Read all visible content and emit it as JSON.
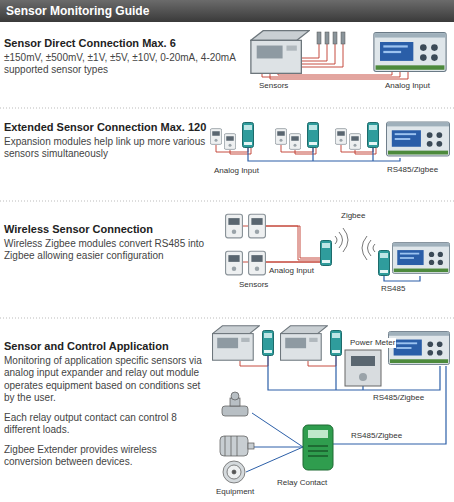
{
  "diagram": {
    "title": "Sensor Monitoring Guide",
    "nodes": [
      {
        "text": [
          "Sensor Direct Connection Max. 6",
          "±150mV, ±500mV, ±1V, ±5V, ±10V, 0-20mA, 4-20mA supported sensor types"
        ]
      },
      {
        "text": [
          "Extended Sensor Connection Max. 120",
          "Expansion modules help link up more various sensors simultaneously"
        ]
      },
      {
        "text": [
          "Wireless Sensor Connection",
          "Wireless Zigbee modules convert RS485 into Zigbee allowing easier configuration"
        ]
      },
      {
        "text": [
          "Sensor and Control Application",
          "Monitoring of application specific sensors via analog input expander and relay out module operates equipment based on conditions set by the user.",
          "Each relay output contact can control 8 different loads.",
          "Zigbee Extender provides wireless conversion between devices."
        ]
      }
    ],
    "labels": [
      "Sensors",
      "Analog Input",
      "Analog Input",
      "RS485/Zigbee",
      "Zigbee",
      "Analog Input",
      "Sensors",
      "RS485",
      "Power Meter",
      "RS485/Zigbee",
      "RS485/Zigbee",
      "Relay Contact",
      "Equipment"
    ]
  }
}
